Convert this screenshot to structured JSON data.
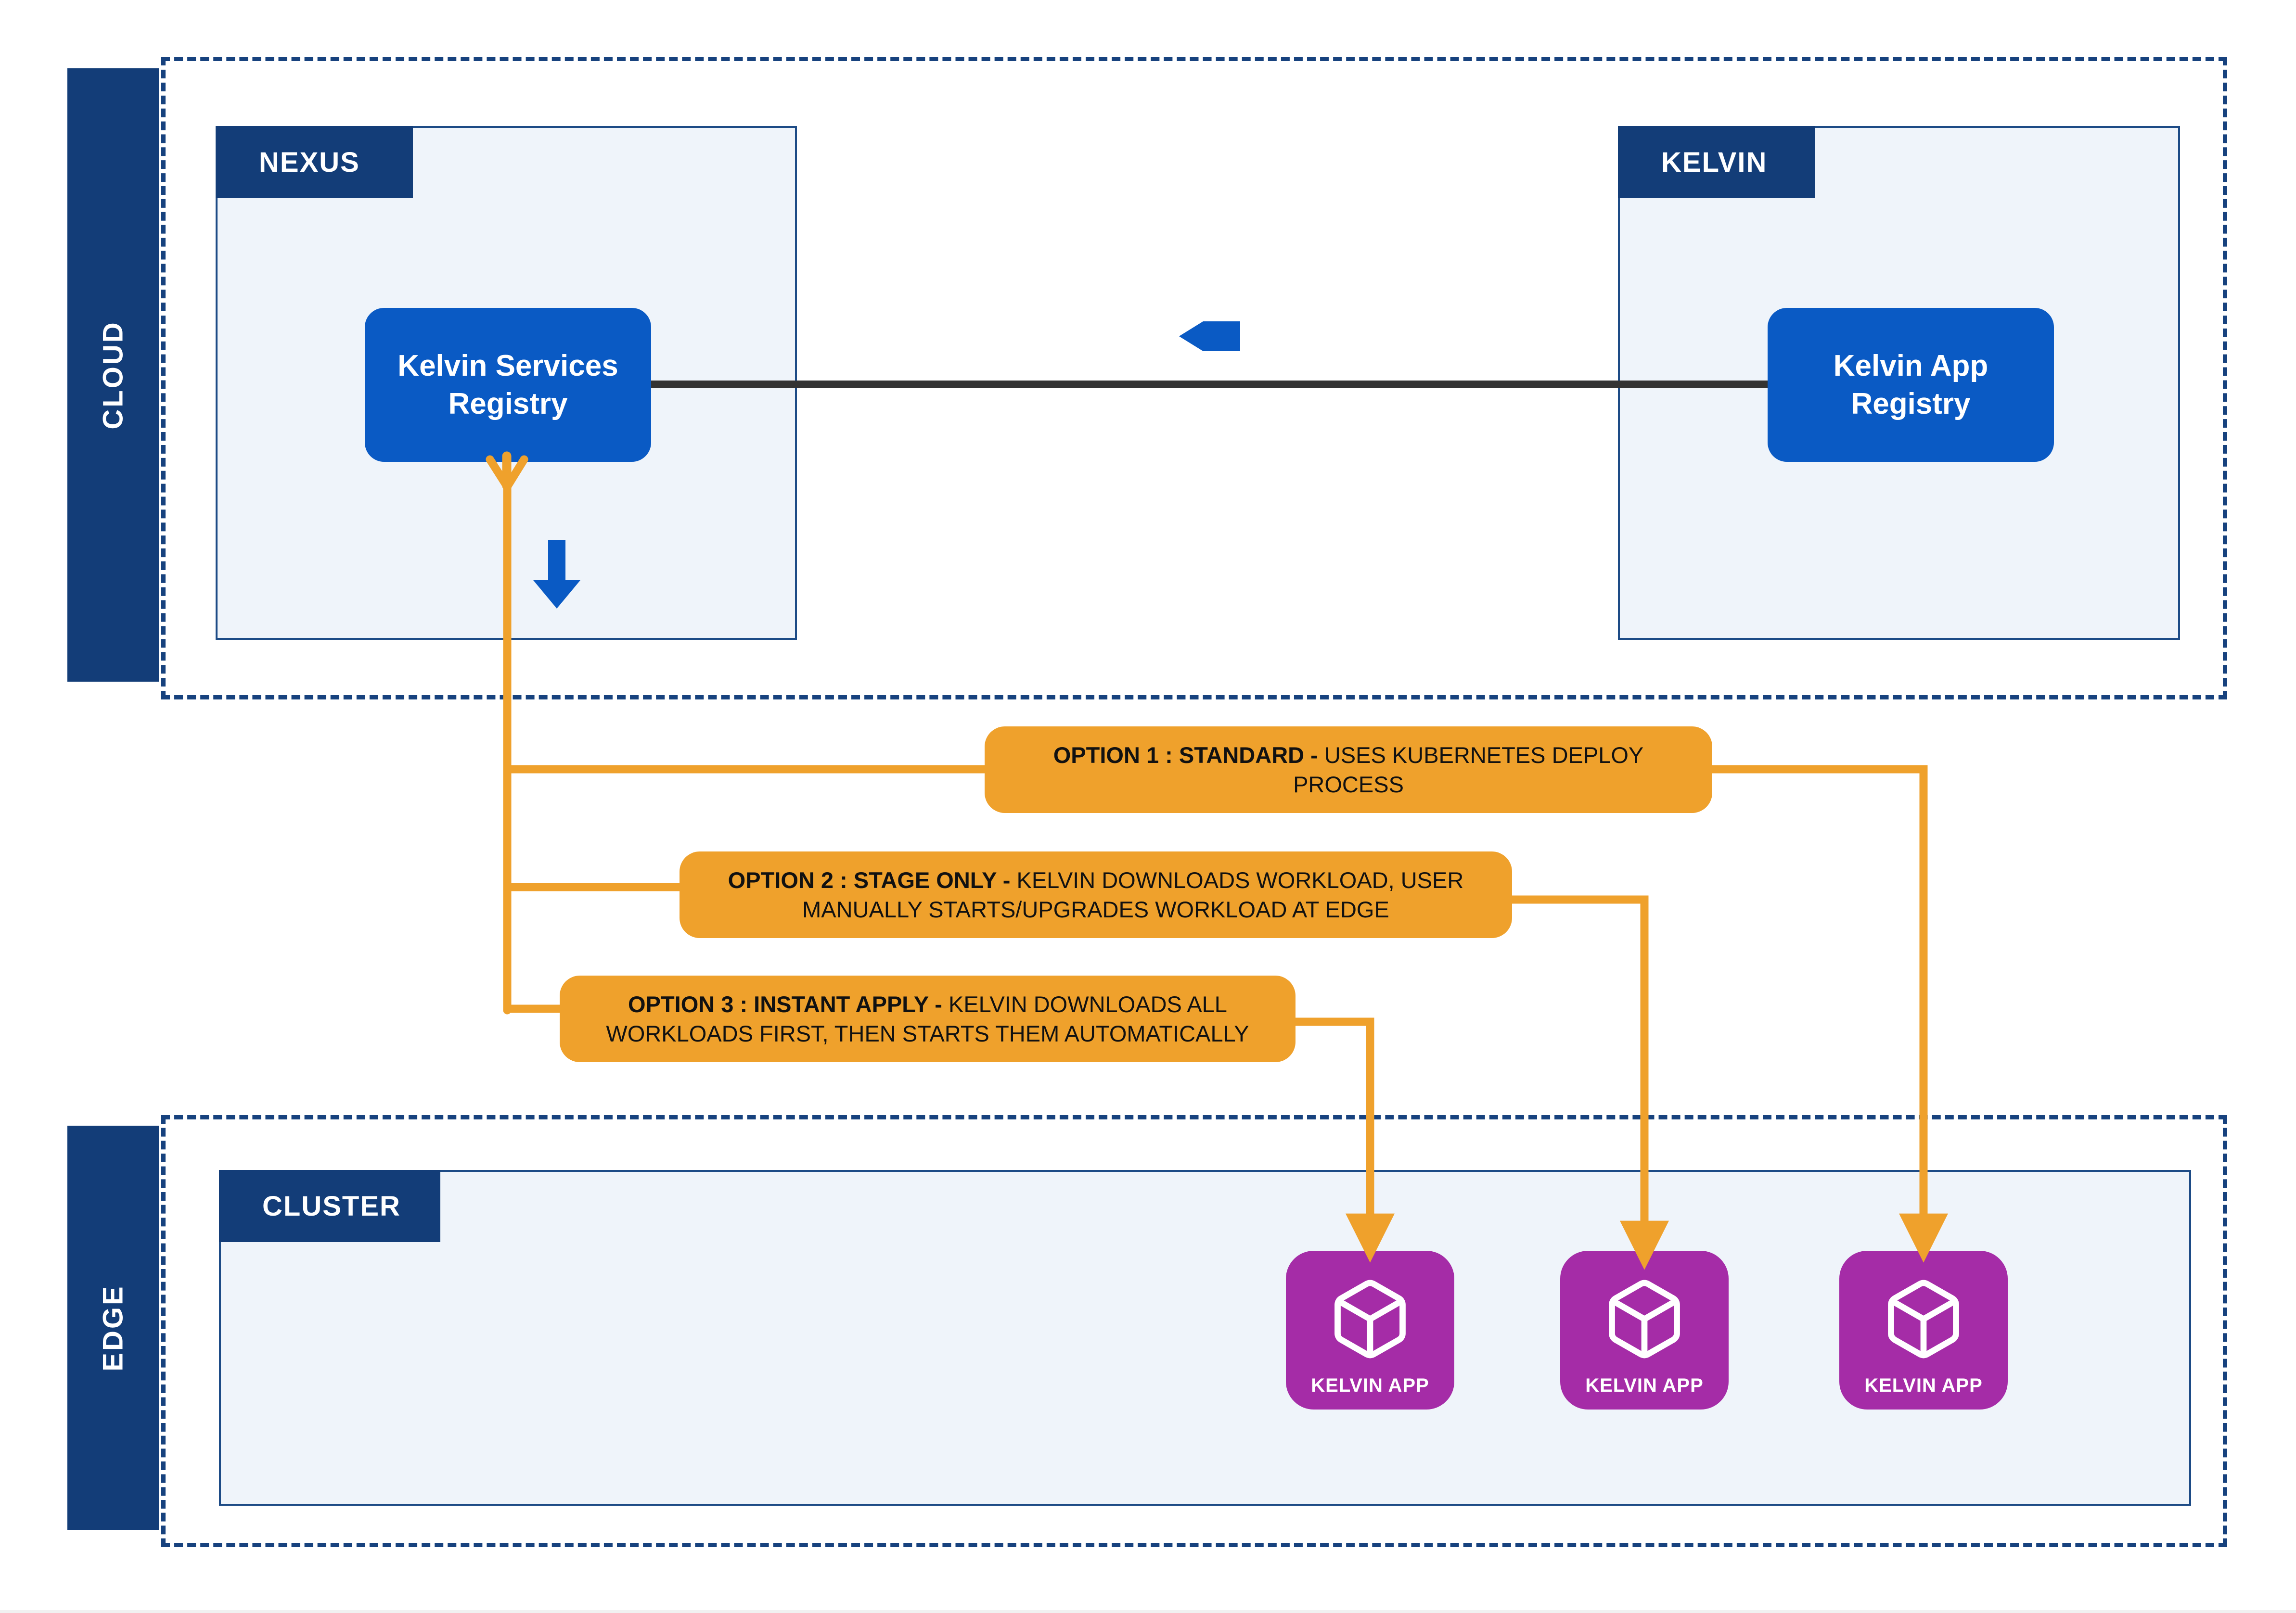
{
  "zones": [
    {
      "id": "cloud",
      "label": "CLOUD"
    },
    {
      "id": "edge",
      "label": "EDGE"
    }
  ],
  "panels": [
    {
      "id": "nexus",
      "title": "NEXUS"
    },
    {
      "id": "kelvin",
      "title": "KELVIN"
    },
    {
      "id": "cluster",
      "title": "CLUSTER"
    }
  ],
  "nodes": [
    {
      "id": "kelvin-services-registry",
      "line1": "Kelvin Services",
      "line2": "Registry"
    },
    {
      "id": "kelvin-app-registry",
      "line1": "Kelvin App",
      "line2": "Registry"
    }
  ],
  "options": [
    {
      "id": "option-1",
      "title": "OPTION 1 : STANDARD -",
      "body": " USES KUBERNETES DEPLOY PROCESS"
    },
    {
      "id": "option-2",
      "title": "OPTION 2 : STAGE ONLY -",
      "body": " KELVIN DOWNLOADS WORKLOAD, USER MANUALLY STARTS/UPGRADES WORKLOAD AT EDGE"
    },
    {
      "id": "option-3",
      "title": "OPTION 3 : INSTANT APPLY -",
      "body": " KELVIN DOWNLOADS ALL WORKLOADS FIRST, THEN STARTS THEM AUTOMATICALLY"
    }
  ],
  "apps": [
    {
      "id": "kelvin-app-1",
      "label": "KELVIN APP",
      "icon": "cube-icon"
    },
    {
      "id": "kelvin-app-2",
      "label": "KELVIN APP",
      "icon": "cube-icon"
    },
    {
      "id": "kelvin-app-3",
      "label": "KELVIN APP",
      "icon": "cube-icon"
    }
  ],
  "connectors": [
    {
      "id": "registry-link",
      "icon": "left-arrow-icon",
      "color": "#333333"
    },
    {
      "id": "nexus-down-arrow",
      "icon": "down-arrow-icon",
      "color": "#0a5ac4"
    },
    {
      "id": "deploy-branch-1",
      "icon": "down-arrow-icon",
      "color": "#efa12c"
    },
    {
      "id": "deploy-branch-2",
      "icon": "down-arrow-icon",
      "color": "#efa12c"
    },
    {
      "id": "deploy-branch-3",
      "icon": "down-arrow-icon",
      "color": "#efa12c"
    }
  ],
  "colors": {
    "navy": "#133d78",
    "panel_fill": "#eff4fa",
    "panel_border": "#1d4b86",
    "blue": "#0a5ac4",
    "orange": "#efa12c",
    "purple": "#a52ca7",
    "link_line": "#333333",
    "background": "#ffffff"
  }
}
